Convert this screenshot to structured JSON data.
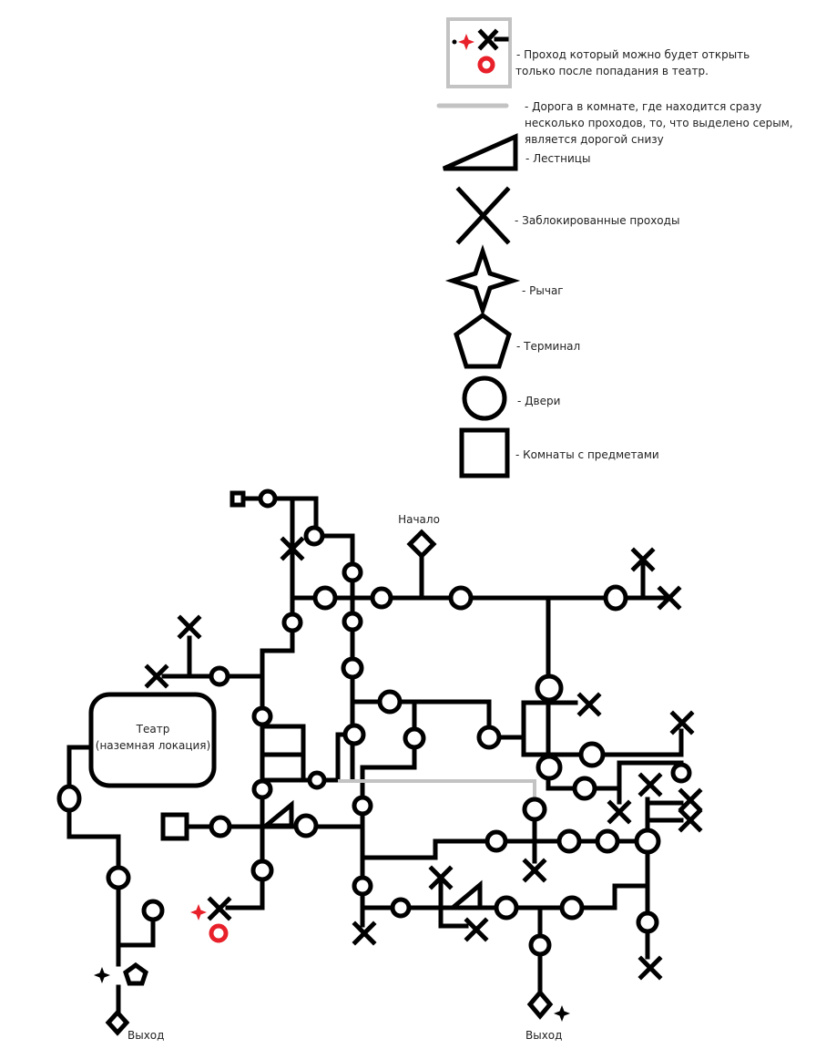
{
  "legend": {
    "theater_gated": "- Проход который можно будет открыть",
    "theater_gated_2": "только после попадания в театр.",
    "gray_road_1": "- Дорога в комнате, где находится сразу",
    "gray_road_2": "несколько проходов, то, что выделено серым,",
    "gray_road_3": "является дорогой снизу",
    "stairs": "- Лестницы",
    "blocked": "- Заблокированные проходы",
    "lever": "- Рычаг",
    "terminal": "- Терминал",
    "doors": "- Двери",
    "item_rooms": "- Комнаты с предметами"
  },
  "map": {
    "start_label": "Начало",
    "theater_title": "Театр",
    "theater_subtitle": "(наземная локация)",
    "exit_left": "Выход",
    "exit_right": "Выход"
  },
  "colors": {
    "line": "#000000",
    "gray_road": "#c3c3c3",
    "gated": "#e8202a"
  }
}
